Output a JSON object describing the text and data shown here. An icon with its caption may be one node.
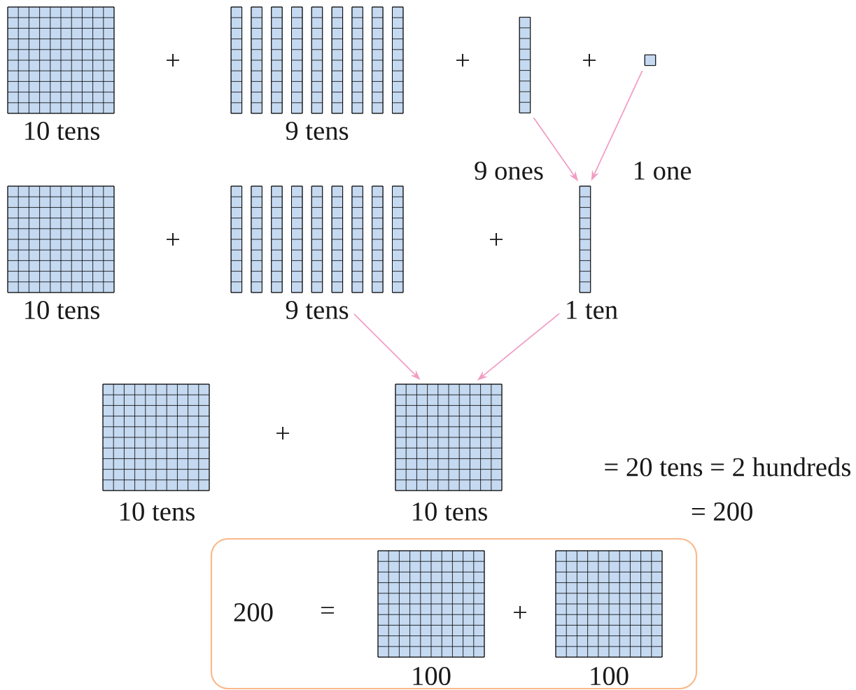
{
  "diagram": {
    "nodes": [
      {
        "text": [],
        "shape": "picture",
        "beside": [
          "10 tens"
        ]
      },
      {
        "text": [],
        "shape": "picture",
        "beside": [
          "9 tens"
        ]
      },
      {
        "text": [],
        "shape": "picture"
      },
      {
        "text": [],
        "shape": "picture"
      },
      {
        "text": [],
        "shape": "picture",
        "beside": [
          "10 tens"
        ]
      },
      {
        "text": [],
        "shape": "picture"
      },
      {
        "text": [
          "9 tens"
        ]
      },
      {
        "text": [],
        "shape": "picture"
      },
      {
        "text": [
          "1 ten"
        ]
      },
      {
        "text": [],
        "shape": "picture",
        "beside": [
          "10 tens"
        ]
      },
      {
        "text": [],
        "shape": "picture",
        "beside": [
          "10 tens"
        ]
      },
      {
        "text": [],
        "shape": "box"
      },
      {
        "text": [],
        "shape": "picture",
        "in": 11,
        "beside": [
          "100"
        ]
      },
      {
        "text": [],
        "shape": "picture",
        "in": 11,
        "beside": [
          "100"
        ]
      }
    ],
    "edges": [
      {
        "from": 2,
        "to": 7,
        "arrow": "to"
      },
      {
        "from": 3,
        "to": 7,
        "arrow": "to"
      },
      {
        "from": 6,
        "to": 10,
        "arrow": "to"
      },
      {
        "from": 8,
        "to": 10,
        "arrow": "to"
      }
    ],
    "labels": [
      "+",
      "+",
      "+",
      "9 ones",
      "1 one",
      "+",
      "+",
      "+",
      "= 20 tens = 2 hundreds",
      "= 200",
      "200",
      "=",
      "+"
    ]
  }
}
